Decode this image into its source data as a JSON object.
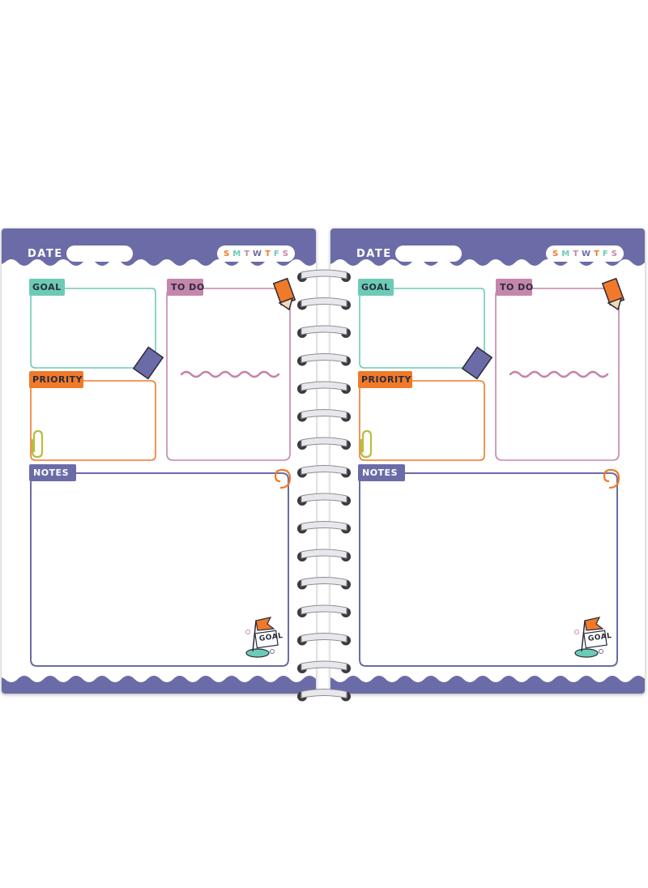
{
  "pages": [
    {
      "date_label": "DATE",
      "days": [
        "S",
        "M",
        "T",
        "W",
        "T",
        "F",
        "S"
      ],
      "sections": {
        "goal": "GOAL",
        "todo": "TO DO",
        "priority": "PRIORITY",
        "notes": "NOTES"
      },
      "sticker_text": "GOAL"
    },
    {
      "date_label": "DATE",
      "days": [
        "S",
        "M",
        "T",
        "W",
        "T",
        "F",
        "S"
      ],
      "sections": {
        "goal": "GOAL",
        "todo": "TO DO",
        "priority": "PRIORITY",
        "notes": "NOTES"
      },
      "sticker_text": "GOAL"
    }
  ],
  "colors": {
    "header": "#6b6ca7",
    "goal": "#6ccbb6",
    "todo": "#c486ac",
    "priority": "#f07a2a",
    "notes": "#6b6ca7",
    "days": [
      "#f07a2a",
      "#6ccbb6",
      "#c486ac",
      "#6b6ca7",
      "#f07a2a",
      "#6ccbb6",
      "#c486ac"
    ]
  },
  "icons": [
    "washi-tape-icon",
    "pencil-icon",
    "paperclip-icon",
    "spiral-doodle-icon",
    "goal-flag-sticker-icon",
    "spiral-binding-rings"
  ]
}
